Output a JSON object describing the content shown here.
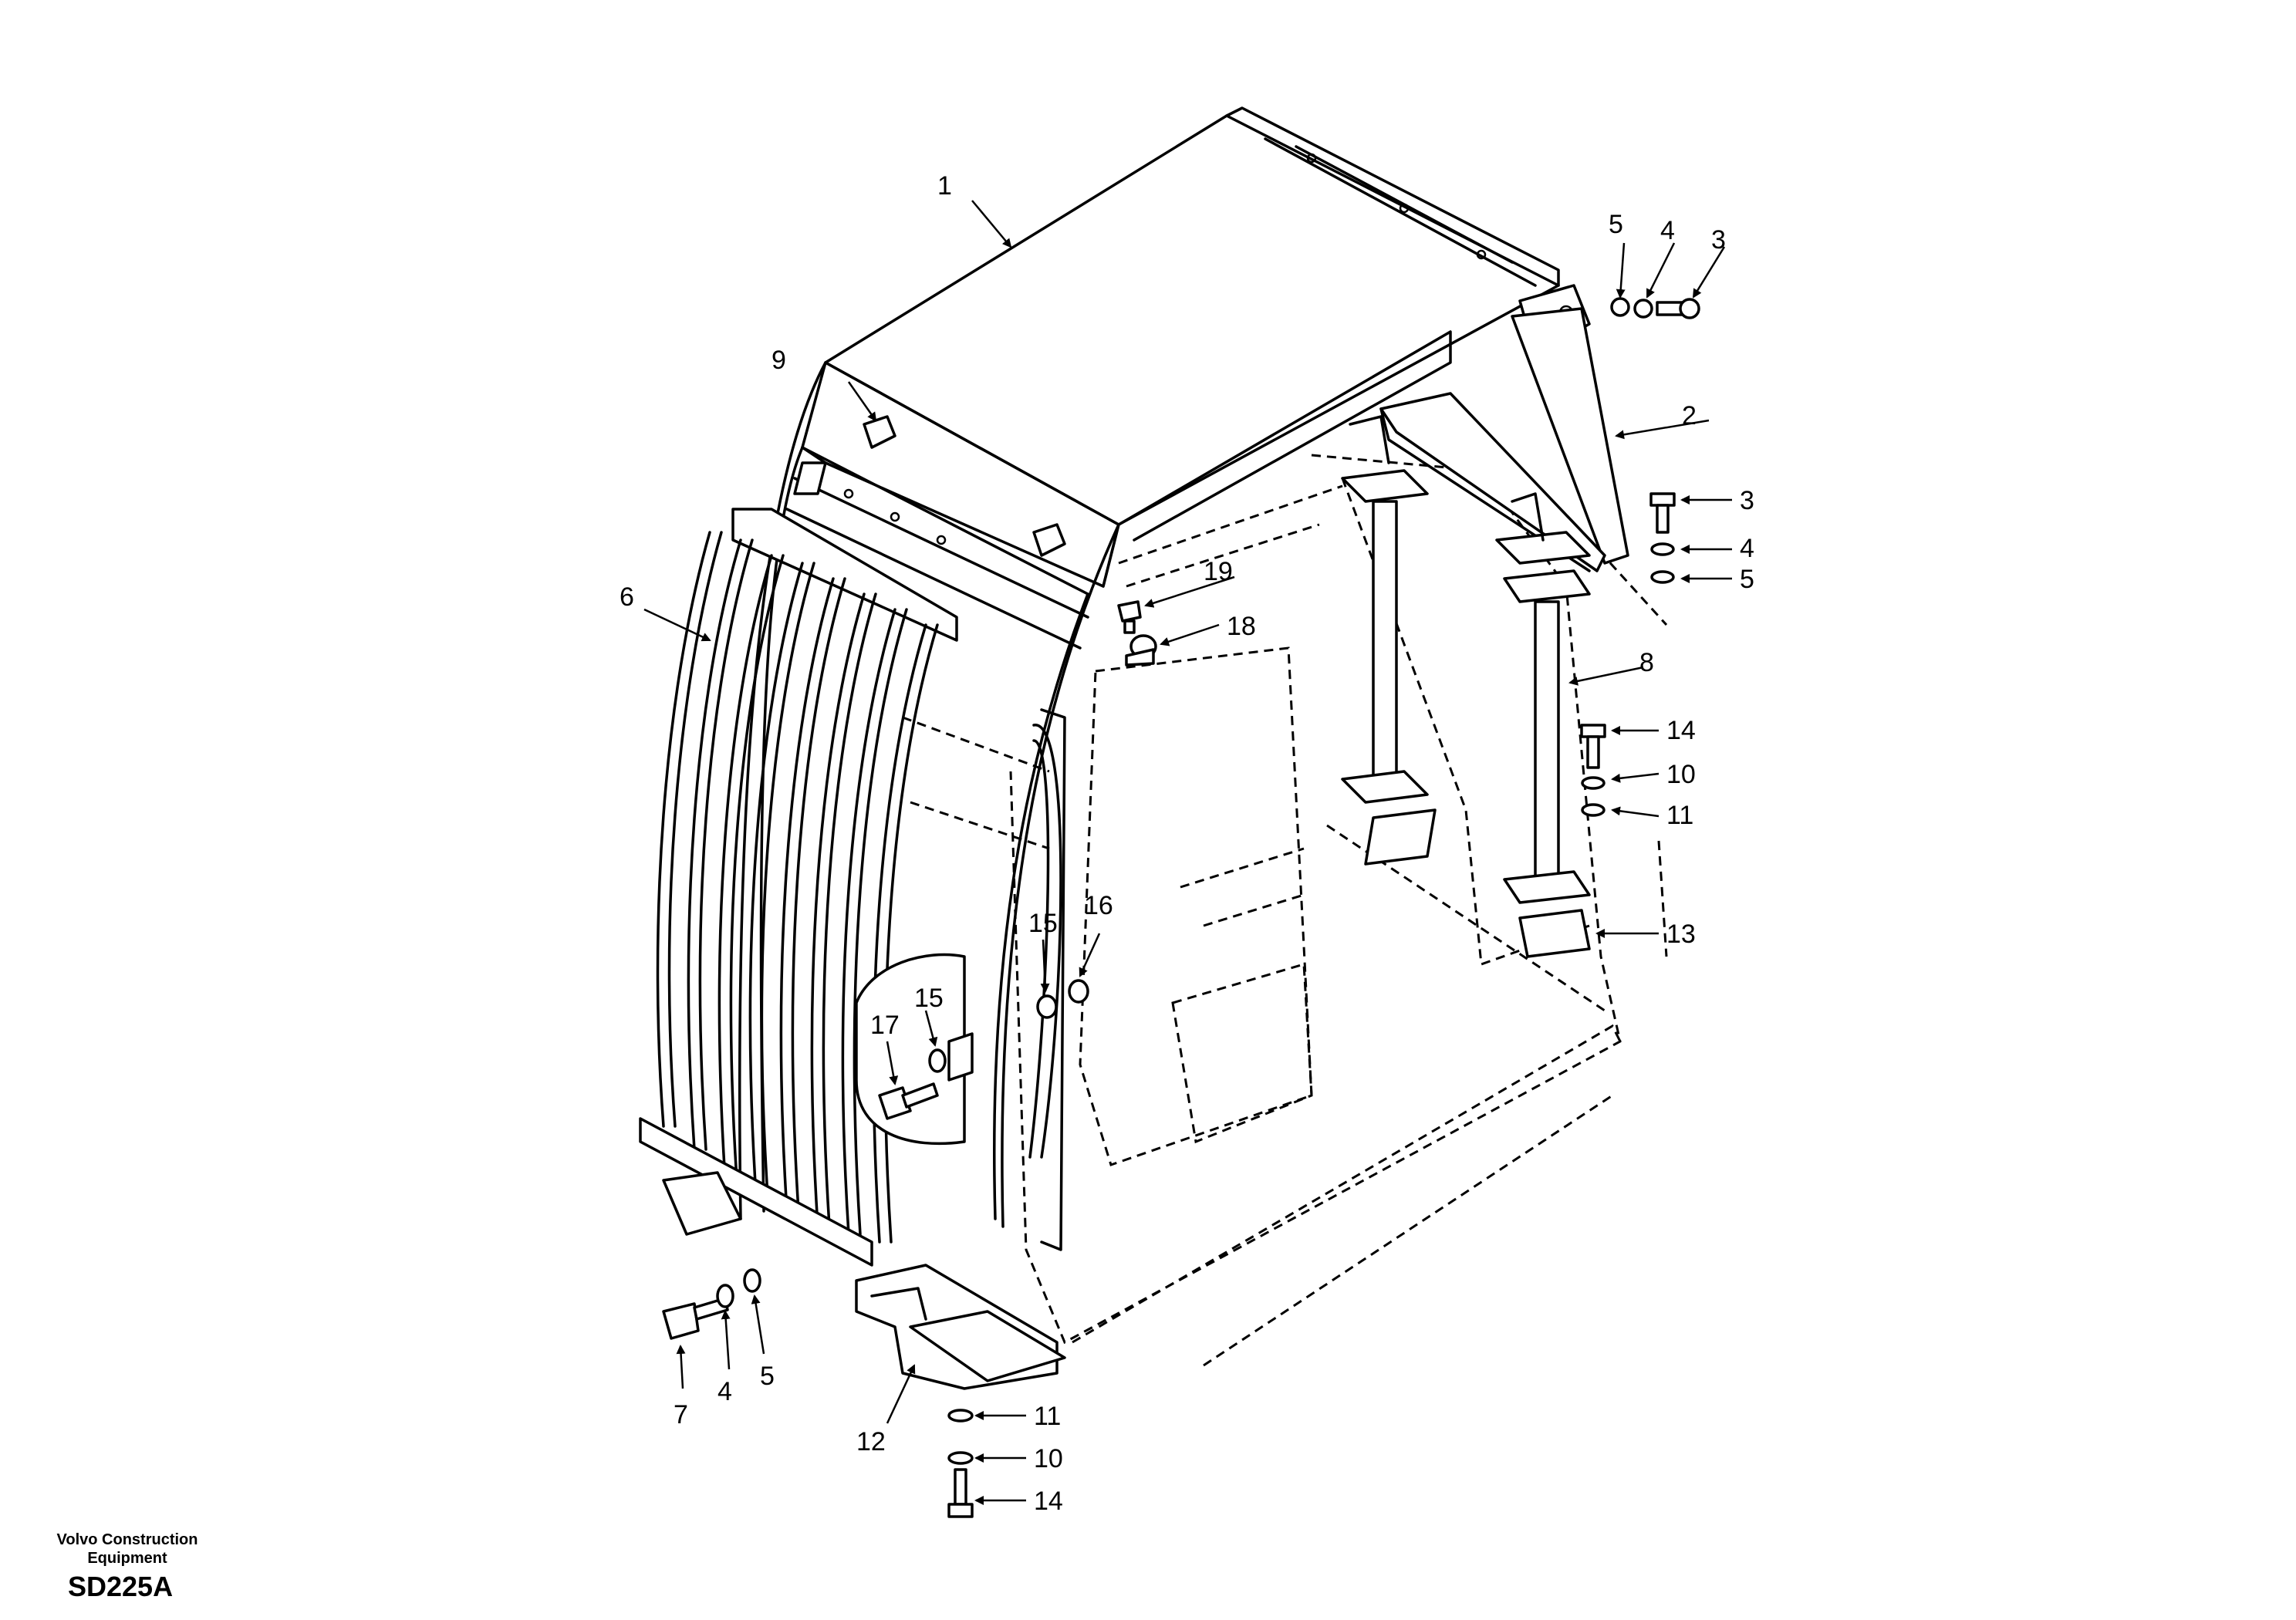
{
  "diagram": {
    "callouts": [
      "1",
      "2",
      "3",
      "3",
      "4",
      "4",
      "4",
      "5",
      "5",
      "5",
      "6",
      "7",
      "8",
      "9",
      "10",
      "10",
      "11",
      "11",
      "12",
      "13",
      "14",
      "14",
      "15",
      "15",
      "16",
      "17",
      "18",
      "19"
    ]
  },
  "footer": {
    "company_line1": "Volvo Construction",
    "company_line2": "Equipment",
    "drawing_code": "SD225A"
  }
}
